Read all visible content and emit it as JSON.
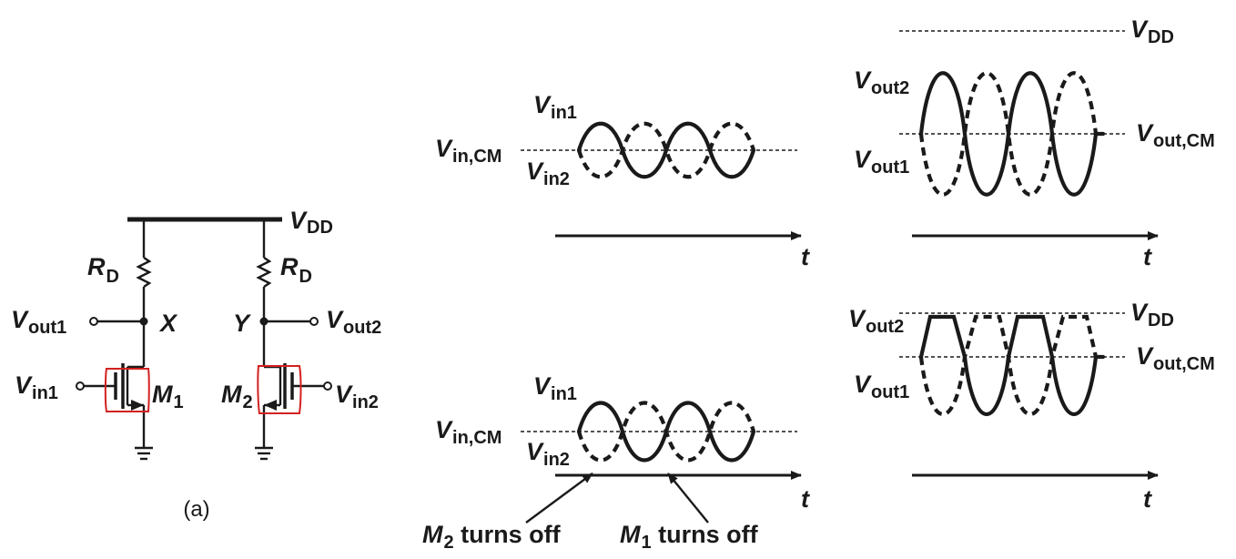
{
  "circuit": {
    "vdd_main": "V",
    "vdd_sub": "DD",
    "rd_left_main": "R",
    "rd_left_sub": "D",
    "rd_right_main": "R",
    "rd_right_sub": "D",
    "vout1_main": "V",
    "vout1_sub": "out1",
    "vout2_main": "V",
    "vout2_sub": "out2",
    "node_x": "X",
    "node_y": "Y",
    "vin1_main": "V",
    "vin1_sub": "in1",
    "vin2_main": "V",
    "vin2_sub": "in2",
    "m1_main": "M",
    "m1_sub": "1",
    "m2_main": "M",
    "m2_sub": "2",
    "caption": "(a)",
    "highlight_color": "#d32020"
  },
  "top_left_plot": {
    "vin1_main": "V",
    "vin1_sub": "in1",
    "vin2_main": "V",
    "vin2_sub": "in2",
    "vincm_main": "V",
    "vincm_sub": "in,CM",
    "t_label": "t"
  },
  "top_right_plot": {
    "vdd_main": "V",
    "vdd_sub": "DD",
    "vout2_main": "V",
    "vout2_sub": "out2",
    "vout1_main": "V",
    "vout1_sub": "out1",
    "voutcm_main": "V",
    "voutcm_sub": "out,CM",
    "t_label": "t"
  },
  "bottom_left_plot": {
    "vin1_main": "V",
    "vin1_sub": "in1",
    "vin2_main": "V",
    "vin2_sub": "in2",
    "vincm_main": "V",
    "vincm_sub": "in,CM",
    "t_label": "t",
    "m2_off_main": "M",
    "m2_off_sub": "2",
    "m2_off_text": " turns off",
    "m1_off_main": "M",
    "m1_off_sub": "1",
    "m1_off_text": " turns off"
  },
  "bottom_right_plot": {
    "vdd_main": "V",
    "vdd_sub": "DD",
    "vout2_main": "V",
    "vout2_sub": "out2",
    "vout1_main": "V",
    "vout1_sub": "out1",
    "voutcm_main": "V",
    "voutcm_sub": "out,CM",
    "t_label": "t"
  }
}
